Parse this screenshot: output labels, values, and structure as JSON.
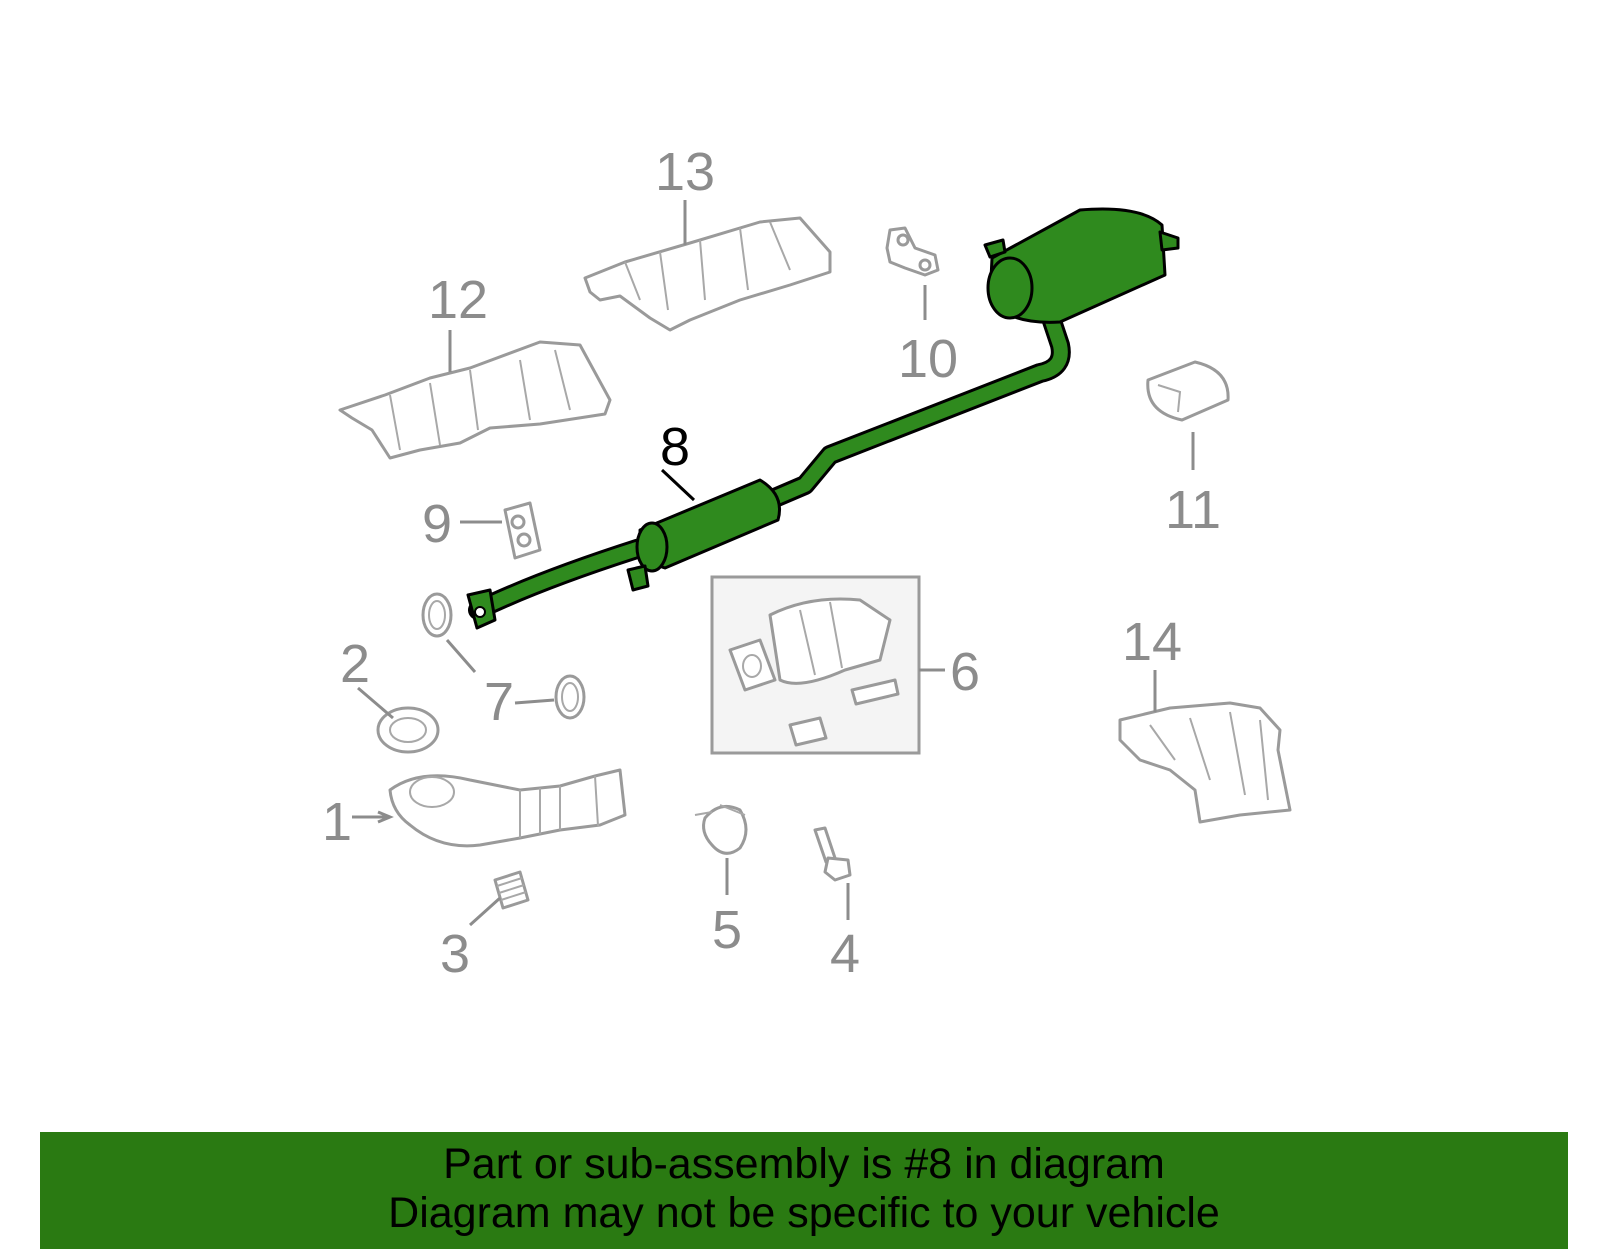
{
  "diagram": {
    "callouts": [
      {
        "id": "1",
        "label": "1"
      },
      {
        "id": "2",
        "label": "2"
      },
      {
        "id": "3",
        "label": "3"
      },
      {
        "id": "4",
        "label": "4"
      },
      {
        "id": "5",
        "label": "5"
      },
      {
        "id": "6",
        "label": "6"
      },
      {
        "id": "7",
        "label": "7"
      },
      {
        "id": "8",
        "label": "8",
        "highlighted": true
      },
      {
        "id": "9",
        "label": "9"
      },
      {
        "id": "10",
        "label": "10"
      },
      {
        "id": "11",
        "label": "11"
      },
      {
        "id": "12",
        "label": "12"
      },
      {
        "id": "13",
        "label": "13"
      },
      {
        "id": "14",
        "label": "14"
      }
    ],
    "highlight_color": "#2f8a1e",
    "part_line_color": "#9a9a9a"
  },
  "banner": {
    "line1": "Part or sub-assembly is #8 in diagram",
    "line2": "Diagram may not be specific to your vehicle",
    "background": "#2a7a12"
  }
}
